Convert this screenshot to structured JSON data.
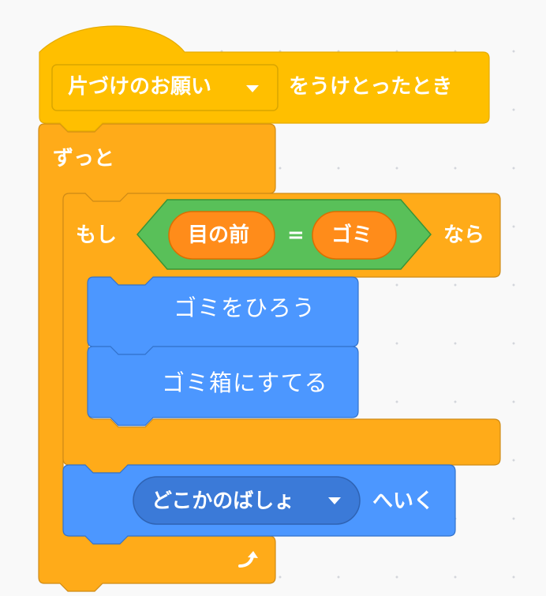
{
  "blocks": {
    "hat": {
      "message_option": "片づけのお願い",
      "suffix_label": "をうけとったとき"
    },
    "forever": {
      "label": "ずっと"
    },
    "if_block": {
      "prefix_label": "もし",
      "suffix_label": "なら",
      "condition": {
        "left_value": "目の前",
        "operator": "=",
        "right_value": "ゴミ"
      }
    },
    "pick_up": {
      "label": "ゴミをひろう"
    },
    "throw_away": {
      "label": "ゴミ箱にすてる"
    },
    "go_to": {
      "target_option": "どこかのばしょ",
      "suffix_label": "へいく"
    }
  },
  "colors": {
    "events": "#ffbf00",
    "events_dark": "#e6ac00",
    "control": "#ffab19",
    "control_dark": "#cf8b17",
    "custom": "#4c97ff",
    "custom_dark": "#3373cc",
    "operators": "#59c059",
    "operators_dark": "#389438",
    "reporter": "#ff8c1a",
    "reporter_dark": "#db6e00"
  },
  "icons": {
    "loop_arrow": "loop-arrow-icon",
    "dropdown": "dropdown-arrow-icon"
  }
}
